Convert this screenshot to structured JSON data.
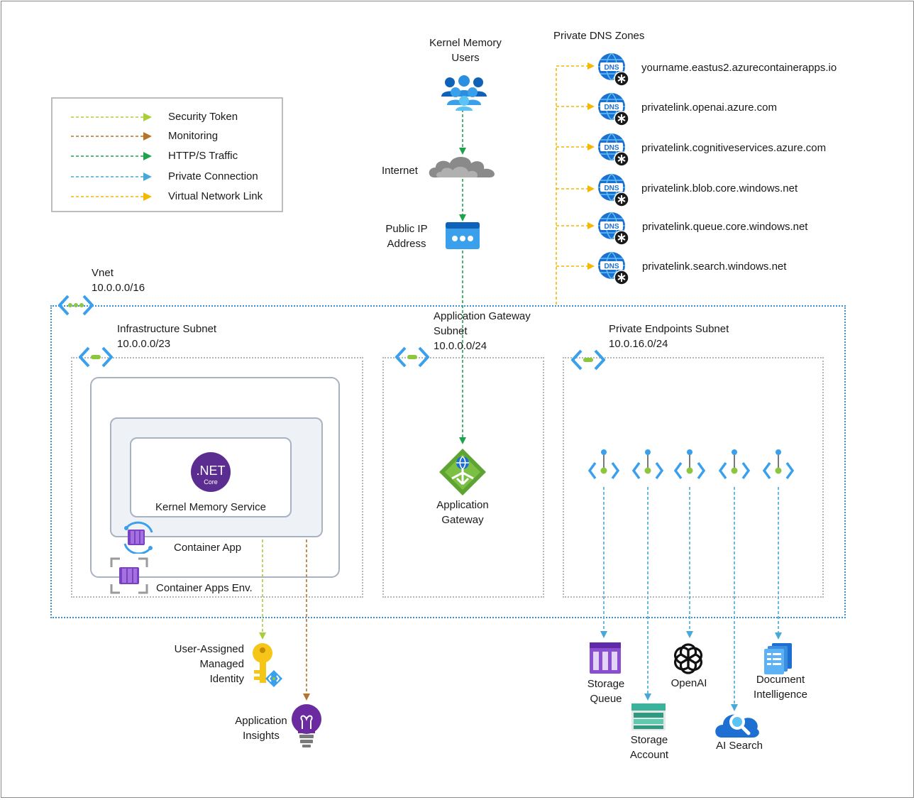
{
  "legend": {
    "items": [
      {
        "label": "Security Token",
        "color": "#a8cf3a"
      },
      {
        "label": "Monitoring",
        "color": "#b9722a"
      },
      {
        "label": "HTTP/S Traffic",
        "color": "#1da34a"
      },
      {
        "label": "Private Connection",
        "color": "#47a9d8"
      },
      {
        "label": "Virtual Network Link",
        "color": "#f5b700"
      }
    ]
  },
  "users": {
    "label_line1": "Kernel Memory",
    "label_line2": "Users",
    "icon": "users-icon"
  },
  "internet": {
    "label": "Internet",
    "icon": "cloud-icon"
  },
  "public_ip": {
    "label_line1": "Public IP",
    "label_line2": "Address",
    "icon": "public-ip-icon"
  },
  "dns": {
    "title": "Private DNS Zones",
    "badge": "DNS",
    "zones": [
      "yourname.eastus2.azurecontainerapps.io",
      "privatelink.openai.azure.com",
      "privatelink.cognitiveservices.azure.com",
      "privatelink.blob.core.windows.net",
      "privatelink.queue.core.windows.net",
      "privatelink.search.windows.net"
    ]
  },
  "vnet": {
    "name": "Vnet",
    "cidr": "10.0.0.0/16"
  },
  "subnets": {
    "infrastructure": {
      "name": "Infrastructure Subnet",
      "cidr": "10.0.0.0/23"
    },
    "app_gateway": {
      "name_line1": "Application Gateway",
      "name_line2": "Subnet",
      "cidr": "10.0.0.0/24"
    },
    "private_endpoints": {
      "name": "Private Endpoints Subnet",
      "cidr": "10.0.16.0/24"
    }
  },
  "containers": {
    "net_badge": ".NET",
    "net_sub": "Core",
    "service_label": "Kernel Memory Service",
    "container_app_label": "Container App",
    "env_label": "Container Apps Env."
  },
  "app_gateway": {
    "label_line1": "Application",
    "label_line2": "Gateway"
  },
  "identity": {
    "line1": "User-Assigned",
    "line2": "Managed",
    "line3": "Identity"
  },
  "insights": {
    "line1": "Application",
    "line2": "Insights"
  },
  "services": {
    "storage_queue": {
      "line1": "Storage",
      "line2": "Queue"
    },
    "storage_account": {
      "line1": "Storage",
      "line2": "Account"
    },
    "openai": {
      "line1": "OpenAI"
    },
    "ai_search": {
      "line1": "AI Search"
    },
    "doc_intel": {
      "line1": "Document",
      "line2": "Intelligence"
    }
  },
  "colors": {
    "security_token": "#a8cf3a",
    "monitoring": "#b9722a",
    "https": "#1da34a",
    "private": "#47a9d8",
    "vnet_link": "#f5b700",
    "vnet_border": "#3a8fd0",
    "subnet_border": "#a8a8a8"
  }
}
